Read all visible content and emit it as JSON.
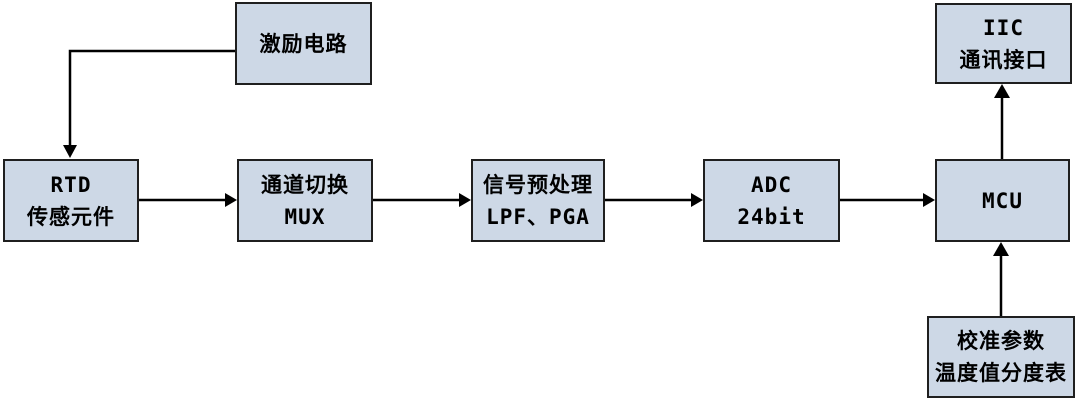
{
  "diagram": {
    "description": "RTD temperature measurement signal chain block diagram",
    "colors": {
      "background": "#ffffff",
      "node_fill": "#cdd8e6",
      "node_border": "#1f1f1f",
      "arrow": "#000000",
      "text": "#000000"
    },
    "nodes": {
      "excitation": {
        "lines": [
          "激励电路"
        ]
      },
      "rtd": {
        "lines": [
          "RTD",
          "传感元件"
        ]
      },
      "mux": {
        "lines": [
          "通道切换",
          "MUX"
        ]
      },
      "preprocess": {
        "lines": [
          "信号预处理",
          "LPF、PGA"
        ]
      },
      "adc": {
        "lines": [
          "ADC",
          "24bit"
        ]
      },
      "mcu": {
        "lines": [
          "MCU"
        ]
      },
      "iic": {
        "lines": [
          "IIC",
          "通讯接口"
        ]
      },
      "calibration": {
        "lines": [
          "校准参数",
          "温度值分度表"
        ]
      }
    },
    "edges": [
      {
        "from": "excitation",
        "to": "rtd"
      },
      {
        "from": "rtd",
        "to": "mux"
      },
      {
        "from": "mux",
        "to": "preprocess"
      },
      {
        "from": "preprocess",
        "to": "adc"
      },
      {
        "from": "adc",
        "to": "mcu"
      },
      {
        "from": "mcu",
        "to": "iic"
      },
      {
        "from": "calibration",
        "to": "mcu"
      }
    ]
  }
}
